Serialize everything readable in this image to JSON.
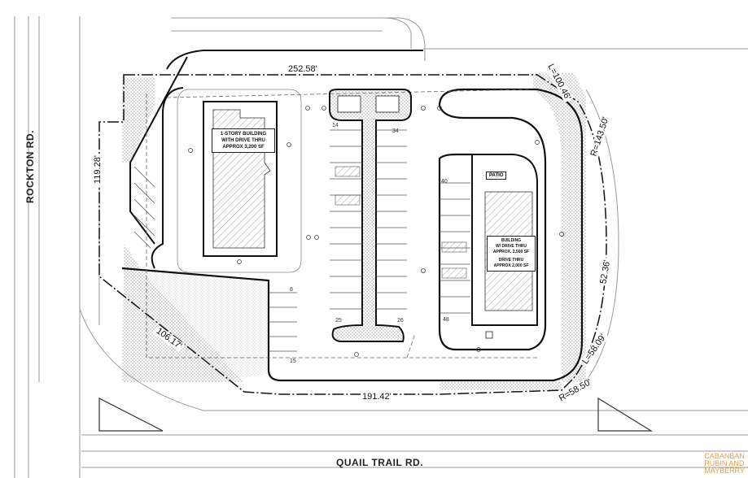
{
  "roads": {
    "rockton": "ROCKTON RD.",
    "quail_trail": "QUAIL TRAIL RD."
  },
  "dimensions": {
    "top": "252.58'",
    "left": "119.28'",
    "diagonal": "106.17'",
    "bottom": "191.42'",
    "radius_top": "R=143.50'",
    "length_top": "L=100.46'",
    "right": "52.36'",
    "length_bottom": "L=58.09'",
    "radius_bottom": "R=58.50'"
  },
  "buildings": {
    "building_1": {
      "line1": "1-STORY BUILDING",
      "line2": "WITH DRIVE THRU",
      "line3": "APPROX 3,200 SF"
    },
    "building_2": {
      "line1": "BUILDING",
      "line2": "W/ DRIVE THRU",
      "line3": "APPROX. 2,500 SF",
      "line4": "DRIVE THRU",
      "line5": "APPROX 2,000 SF"
    },
    "patio": "PATIO"
  },
  "stall_numbers": {
    "s14": "14",
    "s34": "34",
    "s40": "40",
    "s8": "8",
    "s25": "25",
    "s26": "26",
    "s48": "48",
    "s15": "15"
  },
  "brand": {
    "line1": "CABANBAN",
    "line2": "RUBIN AND",
    "line3": "MAYBERRY",
    "color": "#e1a23a"
  },
  "colors": {
    "linework": "#222222",
    "light_linework": "#9a9a9a",
    "hatch": "#777777"
  }
}
